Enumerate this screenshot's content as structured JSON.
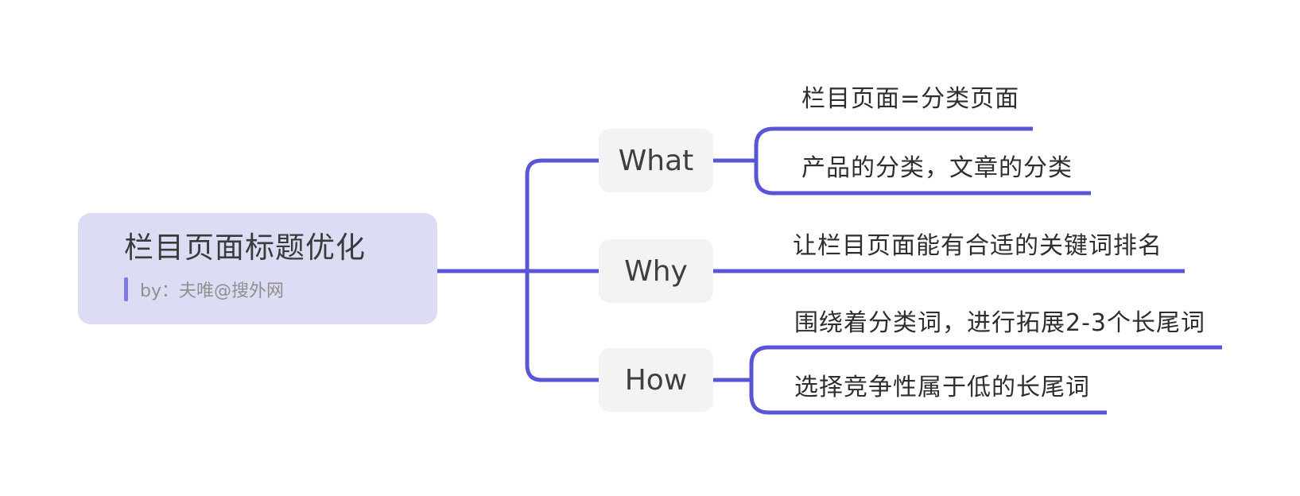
{
  "diagram": {
    "type": "mindmap",
    "accent_color": "#5956d6",
    "root_bg_color": "#dcdcf5",
    "topic_bg_color": "#f3f3f3",
    "root": {
      "title": "栏目页面标题优化",
      "byline": "by：夫唯@搜外网"
    },
    "branches": [
      {
        "label": "What",
        "children": [
          "栏目页面=分类页面",
          "产品的分类，文章的分类"
        ]
      },
      {
        "label": "Why",
        "children": [
          "让栏目页面能有合适的关键词排名"
        ]
      },
      {
        "label": "How",
        "children": [
          "围绕着分类词，进行拓展2-3个长尾词",
          "选择竞争性属于低的长尾词"
        ]
      }
    ]
  }
}
